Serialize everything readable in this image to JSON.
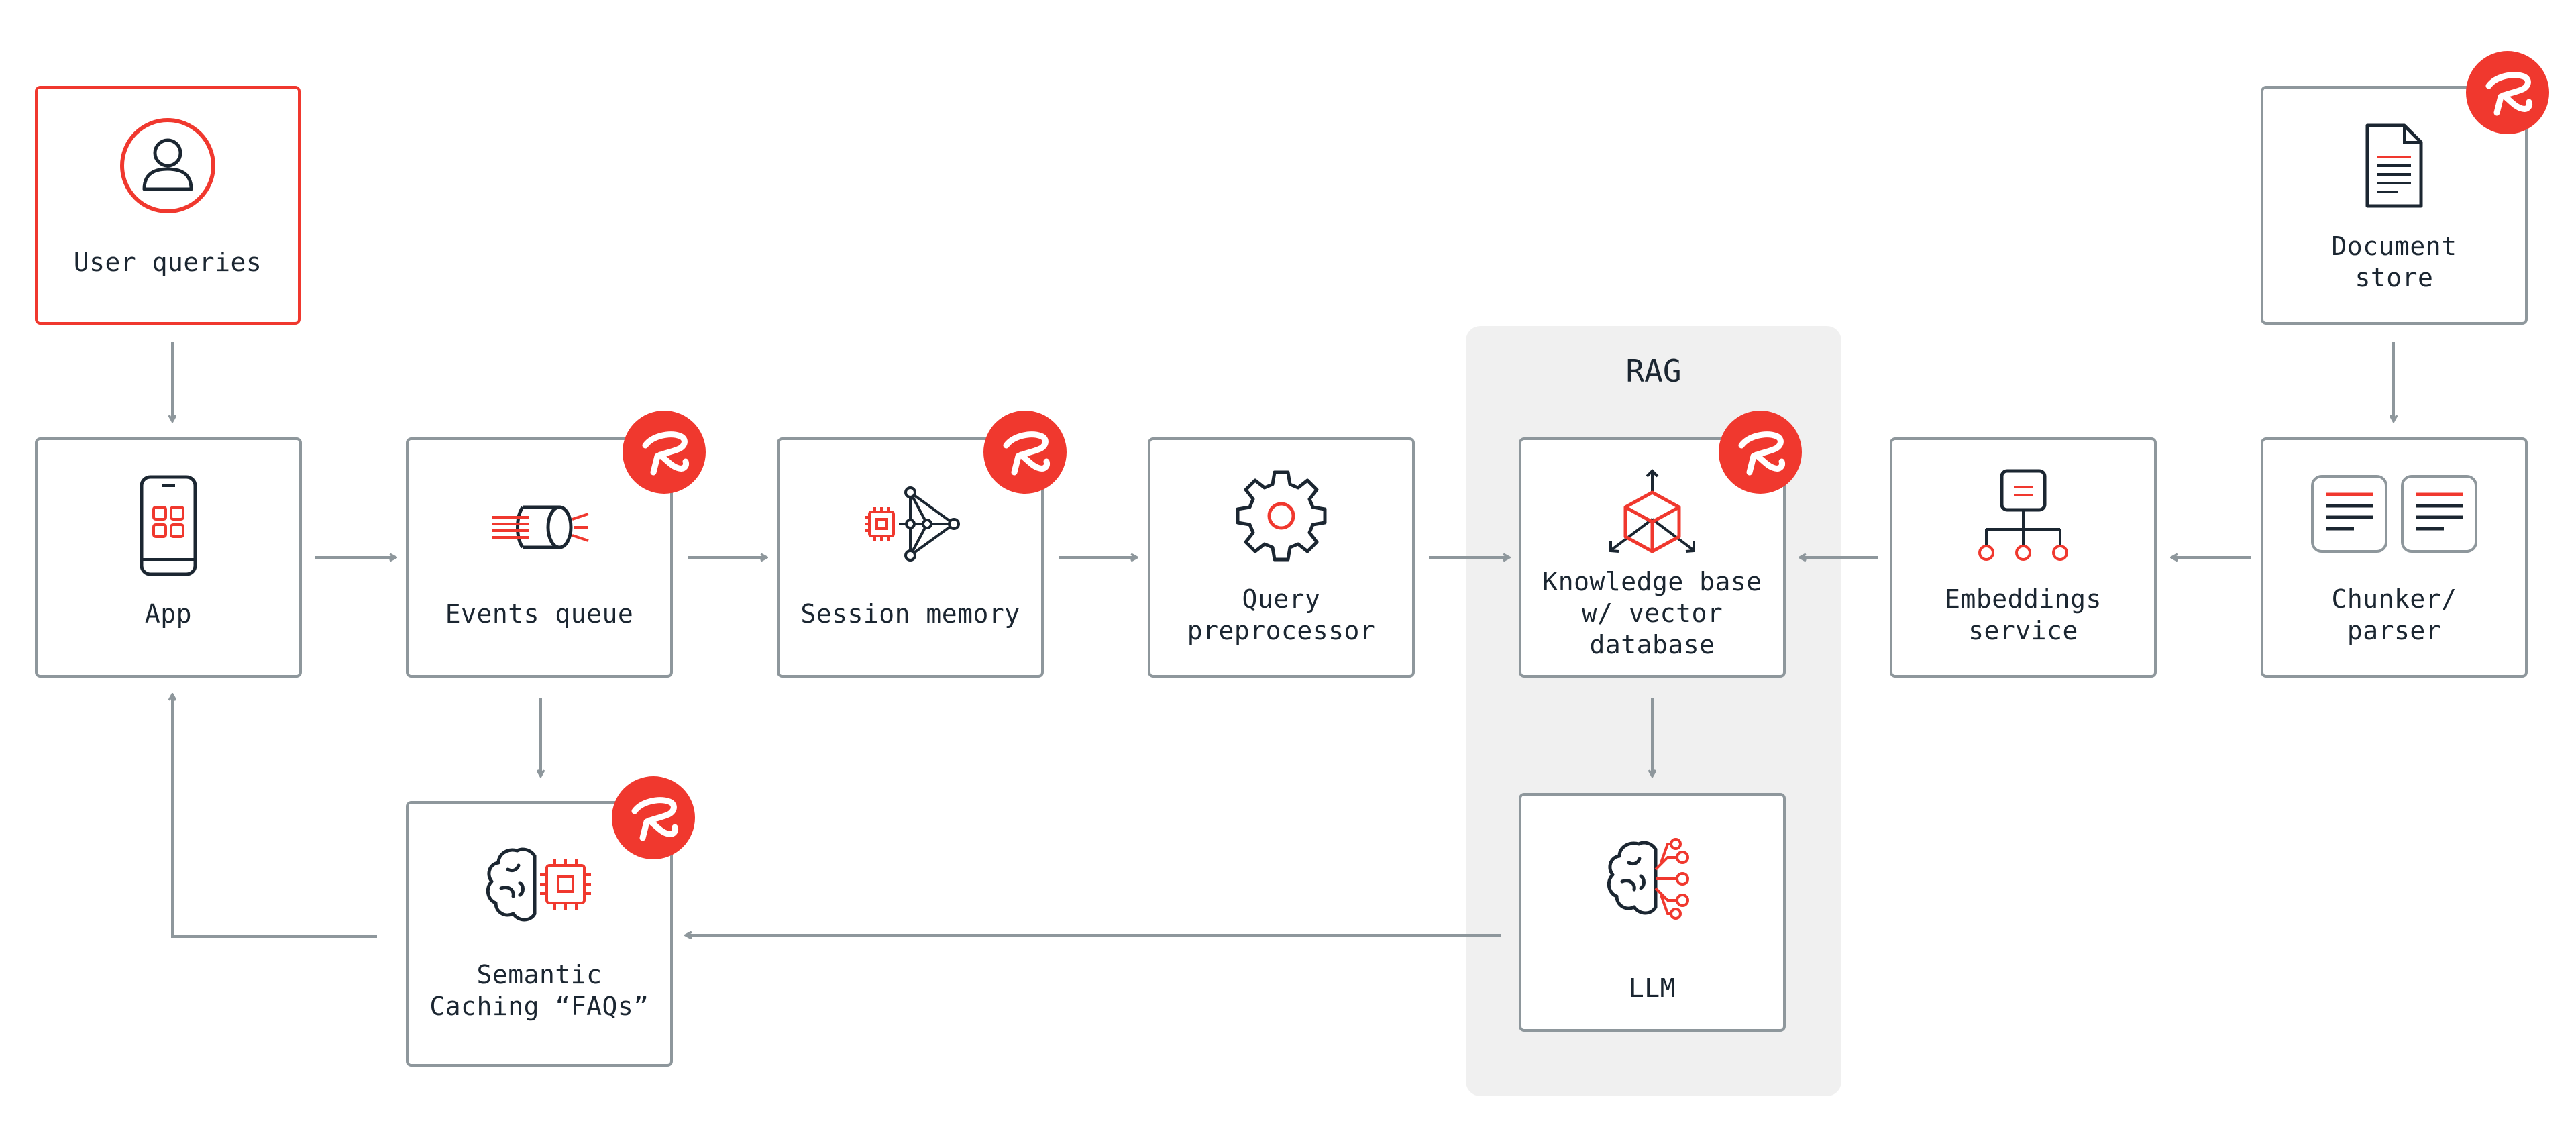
{
  "colors": {
    "accent": "#f0382e",
    "border": "#8e979c",
    "text": "#1b2631",
    "group_bg": "#f0f0f0"
  },
  "group": {
    "title": "RAG"
  },
  "nodes": {
    "user_queries": {
      "label": "User queries",
      "icon": "user-icon"
    },
    "app": {
      "label": "App",
      "icon": "smartphone-icon"
    },
    "events_queue": {
      "label": "Events queue",
      "icon": "queue-cylinder-icon",
      "badge": "redis-logo-icon"
    },
    "session_memory": {
      "label": "Session memory",
      "icon": "chip-network-icon",
      "badge": "redis-logo-icon"
    },
    "query_preprocessor": {
      "label": "Query\npreprocessor",
      "icon": "gear-icon"
    },
    "knowledge_base": {
      "label": "Knowledge base\nw/ vector\ndatabase",
      "icon": "vector-cube-icon",
      "badge": "redis-logo-icon"
    },
    "embeddings_service": {
      "label": "Embeddings\nservice",
      "icon": "hierarchy-icon"
    },
    "chunker_parser": {
      "label": "Chunker/\nparser",
      "icon": "document-chunks-icon"
    },
    "document_store": {
      "label": "Document\nstore",
      "icon": "document-icon",
      "badge": "redis-logo-icon"
    },
    "llm": {
      "label": "LLM",
      "icon": "brain-network-icon"
    },
    "semantic_caching": {
      "label": "Semantic\nCaching “FAQs”",
      "icon": "brain-chip-icon",
      "badge": "redis-logo-icon"
    }
  }
}
